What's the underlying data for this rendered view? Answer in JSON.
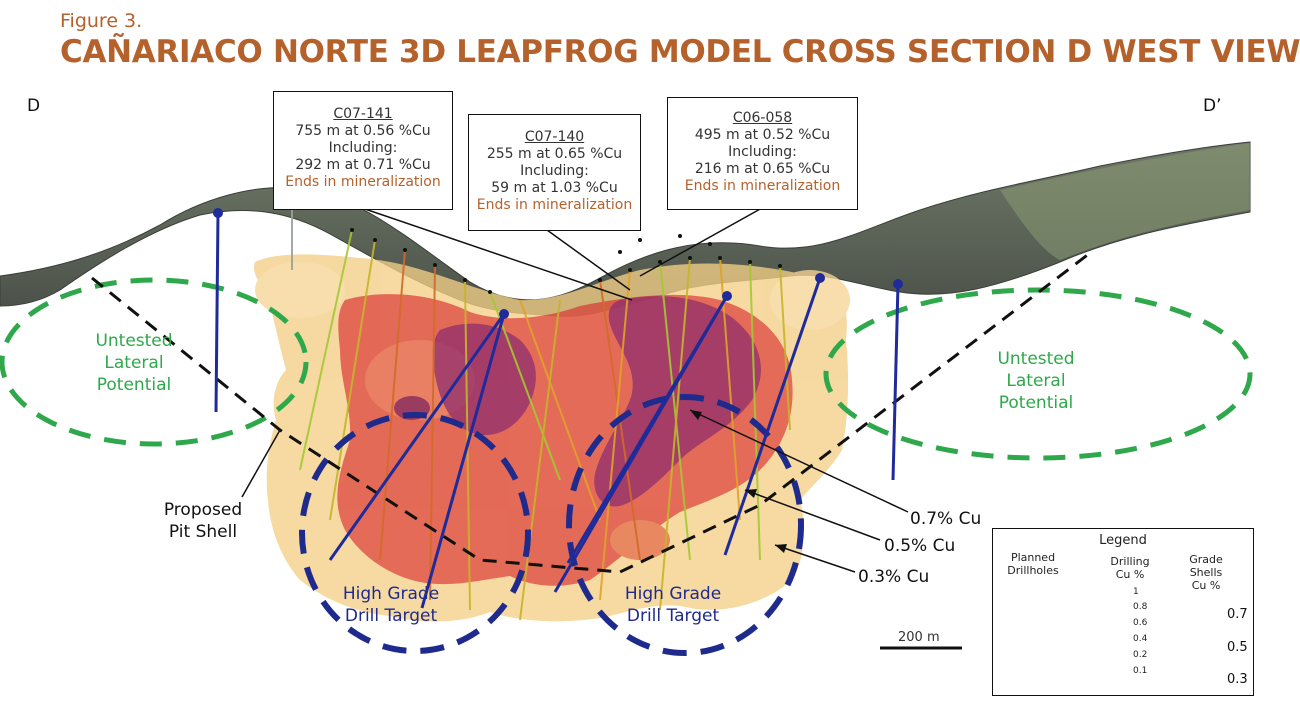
{
  "figure_label": "Figure 3.",
  "title": "CAÑARIACO NORTE 3D LEAPFROG MODEL CROSS SECTION D WEST VIEW",
  "section_ends": {
    "left": "D",
    "right": "D’"
  },
  "callouts": [
    {
      "hole": "C07-141",
      "line1": "755 m at 0.56 %Cu",
      "line2": "Including:",
      "line3": "292 m at 0.71 %Cu",
      "line4": "Ends in mineralization"
    },
    {
      "hole": "C07-140",
      "line1": "255 m at 0.65 %Cu",
      "line2": "Including:",
      "line3": "59 m at 1.03 %Cu",
      "line4": "Ends in mineralization"
    },
    {
      "hole": "C06-058",
      "line1": "495 m at 0.52 %Cu",
      "line2": "Including:",
      "line3": "216 m at 0.65 %Cu",
      "line4": "Ends in mineralization"
    }
  ],
  "labels": {
    "untested_left": [
      "Untested",
      "Lateral",
      "Potential"
    ],
    "untested_right": [
      "Untested",
      "Lateral",
      "Potential"
    ],
    "pit_shell": [
      "Proposed",
      "Pit Shell"
    ],
    "target_left": [
      "High Grade",
      "Drill Target"
    ],
    "target_right": [
      "High Grade",
      "Drill Target"
    ],
    "shell_07": "0.7% Cu",
    "shell_05": "0.5% Cu",
    "shell_03": "0.3% Cu"
  },
  "scale_bar": "200 m",
  "legend": {
    "title": "Legend",
    "planned_header": [
      "Planned",
      "Drillholes"
    ],
    "drilling_header": [
      "Drilling",
      "Cu %"
    ],
    "grade_header": [
      "Grade",
      "Shells",
      "Cu %"
    ],
    "drilling_ticks": [
      "1",
      "0.8",
      "0.6",
      "0.4",
      "0.2",
      "0.1"
    ],
    "grade_values": [
      "0.7",
      "0.5",
      "0.3"
    ]
  },
  "colors": {
    "title": "#b5612c",
    "untested": "#2ea84a",
    "target": "#1f2b8c",
    "shell_07": "#8a2a6e",
    "shell_05": "#d9262a",
    "shell_03": "#f3cf86"
  }
}
